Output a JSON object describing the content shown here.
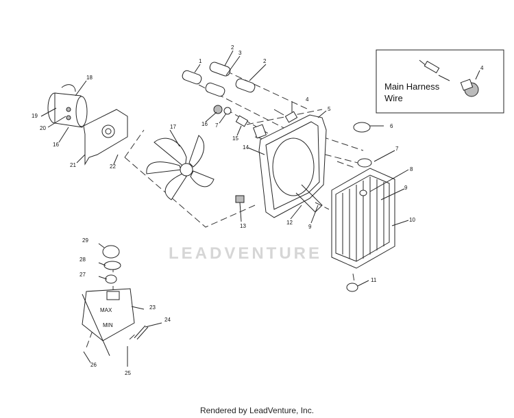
{
  "diagram": {
    "watermark": "LEADVENTURE",
    "inset": {
      "line1": "Main Harness",
      "line2": "Wire",
      "callout": "4"
    },
    "callouts": {
      "c1": "1",
      "c2a": "2",
      "c2b": "2",
      "c3": "3",
      "c4": "4",
      "c5": "5",
      "c6": "6",
      "c7a": "7",
      "c7b": "7",
      "c8": "8",
      "c9a": "9",
      "c9b": "9",
      "c10": "10",
      "c11": "11",
      "c12": "12",
      "c13": "13",
      "c14": "14",
      "c15": "15",
      "c16a": "16",
      "c16b": "16",
      "c17": "17",
      "c18": "18",
      "c19": "19",
      "c20": "20",
      "c21": "21",
      "c22": "22",
      "c23": "23",
      "c24": "24",
      "c25": "25",
      "c26": "26",
      "c27": "27",
      "c28": "28",
      "c29": "29"
    },
    "tank_marks": {
      "max": "MAX",
      "min": "MIN"
    }
  },
  "footer": {
    "text": "Rendered by LeadVenture, Inc."
  }
}
